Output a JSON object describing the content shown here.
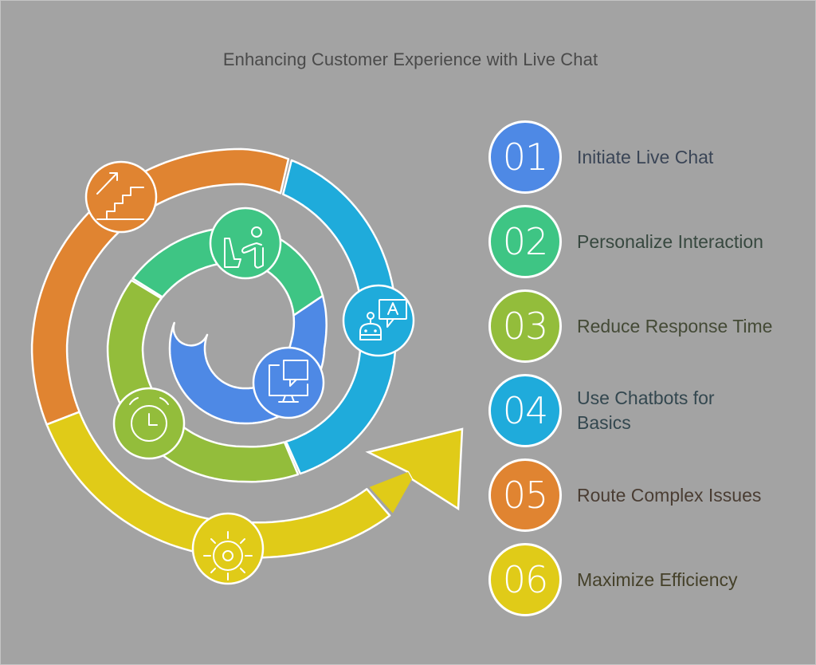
{
  "title": "Enhancing Customer Experience with Live Chat",
  "steps": [
    {
      "number": "01",
      "label": "Initiate Live Chat",
      "color": "#4e89e5",
      "text_color": "#3a4556",
      "icon": "monitor-chat-icon"
    },
    {
      "number": "02",
      "label": "Personalize Interaction",
      "color": "#3ec584",
      "text_color": "#37483f",
      "icon": "person-chair-icon"
    },
    {
      "number": "03",
      "label": "Reduce Response Time",
      "color": "#93bd3b",
      "text_color": "#444a36",
      "icon": "clock-icon"
    },
    {
      "number": "04",
      "label": "Use Chatbots for Basics",
      "color": "#1fabdb",
      "text_color": "#33474f",
      "icon": "chatbot-icon"
    },
    {
      "number": "05",
      "label": "Route Complex Issues",
      "color": "#e08431",
      "text_color": "#4a3d33",
      "icon": "stairs-arrow-icon"
    },
    {
      "number": "06",
      "label": "Maximize Efficiency",
      "color": "#e0cb18",
      "text_color": "#45412a",
      "icon": "sun-gear-icon"
    }
  ]
}
